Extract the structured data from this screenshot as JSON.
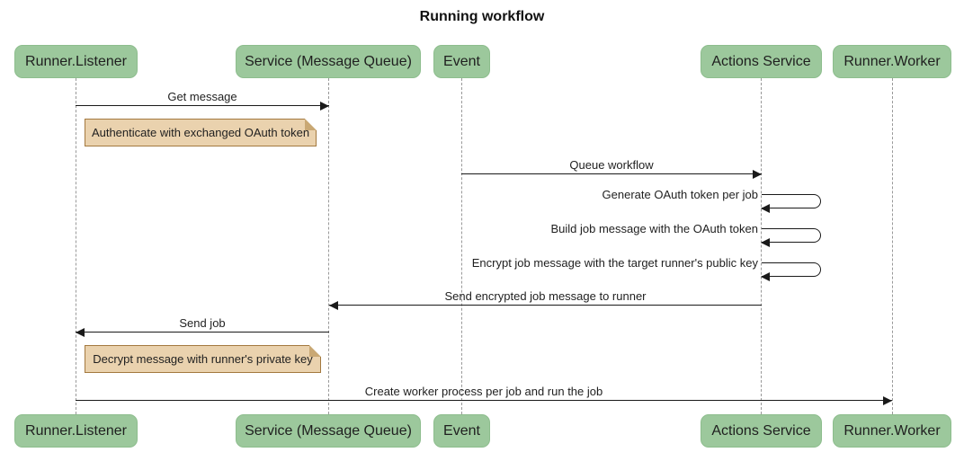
{
  "title": "Running workflow",
  "actors": [
    {
      "label": "Runner.Listener"
    },
    {
      "label": "Service (Message Queue)"
    },
    {
      "label": "Event"
    },
    {
      "label": "Actions Service"
    },
    {
      "label": "Runner.Worker"
    }
  ],
  "messages": [
    {
      "label": "Get message",
      "from": "Runner.Listener",
      "to": "Service (Message Queue)",
      "kind": "solid-right"
    },
    {
      "label": "Queue workflow",
      "from": "Event",
      "to": "Actions Service",
      "kind": "solid-right"
    },
    {
      "label": "Generate OAuth token per job",
      "from": "Actions Service",
      "to": "Actions Service",
      "kind": "self"
    },
    {
      "label": "Build job message with the OAuth token",
      "from": "Actions Service",
      "to": "Actions Service",
      "kind": "self"
    },
    {
      "label": "Encrypt job message with the target runner's public key",
      "from": "Actions Service",
      "to": "Actions Service",
      "kind": "self"
    },
    {
      "label": "Send encrypted job message to runner",
      "from": "Actions Service",
      "to": "Service (Message Queue)",
      "kind": "solid-left"
    },
    {
      "label": "Send job",
      "from": "Service (Message Queue)",
      "to": "Runner.Listener",
      "kind": "solid-left"
    },
    {
      "label": "Create worker process per job and run the job",
      "from": "Runner.Listener",
      "to": "Runner.Worker",
      "kind": "solid-right"
    }
  ],
  "notes": [
    {
      "label": "Authenticate with exchanged OAuth token"
    },
    {
      "label": "Decrypt message with runner's private key"
    }
  ],
  "colors": {
    "actor_fill": "#9CC89C",
    "actor_border": "#8DBD8D",
    "note_fill": "#EAD2AE",
    "note_border": "#A3793F",
    "message_line": "#1a1a1a",
    "lifeline": "#999999",
    "background": "#ffffff"
  }
}
